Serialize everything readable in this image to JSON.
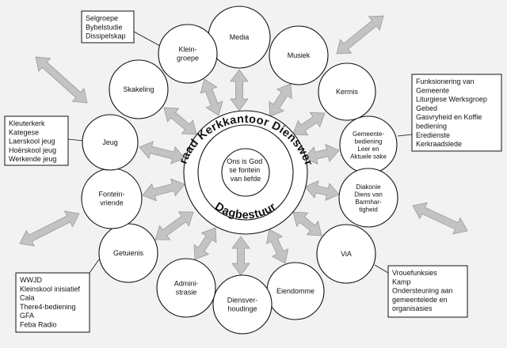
{
  "center": {
    "ring_top": "Kerkraad Kerkkantoor Dienswerkers",
    "ring_bottom": "Dagbestuur",
    "core_lines": [
      "Ons is God",
      "se fontein",
      "van liefde"
    ]
  },
  "nodes": [
    {
      "id": "media",
      "lines": [
        "Media"
      ]
    },
    {
      "id": "musiek",
      "lines": [
        "Musiek"
      ]
    },
    {
      "id": "kermis",
      "lines": [
        "Kermis"
      ]
    },
    {
      "id": "gemeentebediening",
      "lines": [
        "Gemeente-",
        "bediening",
        "Leer en",
        "Aktuele sake"
      ]
    },
    {
      "id": "diakonie",
      "lines": [
        "Diakonie",
        "Diens van",
        "Barmhar-",
        "tigheid"
      ]
    },
    {
      "id": "via",
      "lines": [
        "ViA"
      ]
    },
    {
      "id": "eiendomme",
      "lines": [
        "Eiendomme"
      ]
    },
    {
      "id": "diensverhoudinge",
      "lines": [
        "Diensver-",
        "houdinge"
      ]
    },
    {
      "id": "administrasie",
      "lines": [
        "Admini-",
        "strasie"
      ]
    },
    {
      "id": "getuienis",
      "lines": [
        "Getuienis"
      ]
    },
    {
      "id": "fonteinvriende",
      "lines": [
        "Fontein-",
        "vriende"
      ]
    },
    {
      "id": "jeug",
      "lines": [
        "Jeug"
      ]
    },
    {
      "id": "skakeling",
      "lines": [
        "Skakeling"
      ]
    },
    {
      "id": "kleingroepe",
      "lines": [
        "Klein-",
        "groepe"
      ]
    }
  ],
  "boxes": [
    {
      "id": "kleingroepe-box",
      "lines": [
        "Selgroepe",
        "Bybelstudie",
        "Dissipelskap"
      ]
    },
    {
      "id": "jeug-box",
      "lines": [
        "Kleuterkerk",
        "Kategese",
        "Laerskool jeug",
        "Hoërskool jeug",
        "Werkende jeug"
      ]
    },
    {
      "id": "getuienis-box",
      "lines": [
        "WWJD",
        "Kleinskool inisiatief",
        "Cala",
        "There4-bediening",
        "GFA",
        "Feba Radio"
      ]
    },
    {
      "id": "gemeentebediening-box",
      "lines": [
        "Funksionering van",
        "Gemeente",
        "Liturgiese Werksgroep",
        "Gebed",
        "Gasvryheid en Koffie",
        "bediening",
        "Eredienste",
        "Kerkraadslede"
      ]
    },
    {
      "id": "via-box",
      "lines": [
        "Vrouefunksies",
        "Kamp",
        "Ondersteuning aan",
        "gemeentelede en",
        "organisasies"
      ]
    }
  ]
}
